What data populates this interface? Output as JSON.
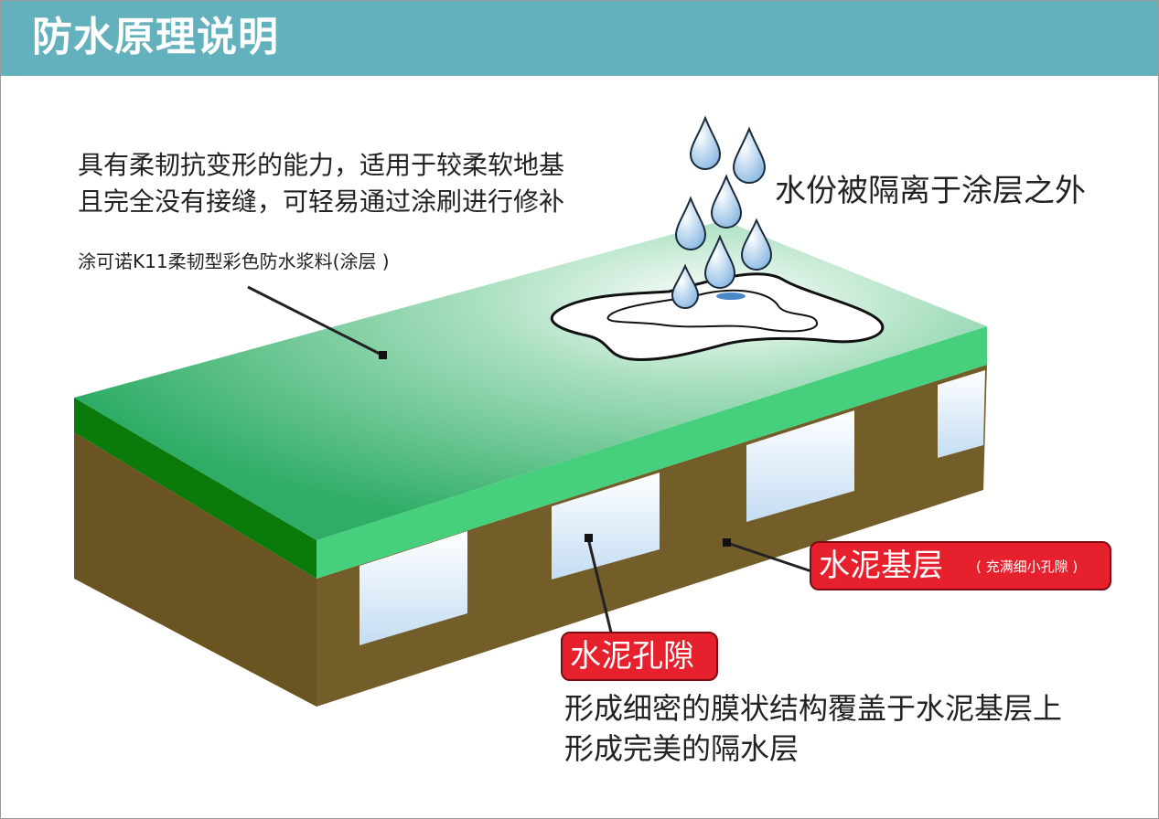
{
  "header": {
    "title": "防水原理说明"
  },
  "labels": {
    "description": [
      "具有柔韧抗变形的能力，适用于较柔软地基",
      "且完全没有接缝，可轻易通过涂刷进行修补"
    ],
    "product": "涂可诺K11柔韧型彩色防水浆料(涂层 )",
    "water_separated": "水份被隔离于涂层之外",
    "base_layer": "水泥基层",
    "base_layer_note": "( 充满细小孔隙 )",
    "pores": "水泥孔隙",
    "result": [
      "形成细密的膜状结构覆盖于水泥基层上",
      "形成完美的隔水层"
    ]
  },
  "colors": {
    "header": "#63b1bd",
    "coating_top": "#2fad66",
    "coating_front": "#46d07e",
    "coating_side": "#0a7a0a",
    "cement": "#735d28",
    "pore": "#d2e8f6",
    "badge": "#e6212d",
    "water_drop": "#9cc6e8"
  }
}
